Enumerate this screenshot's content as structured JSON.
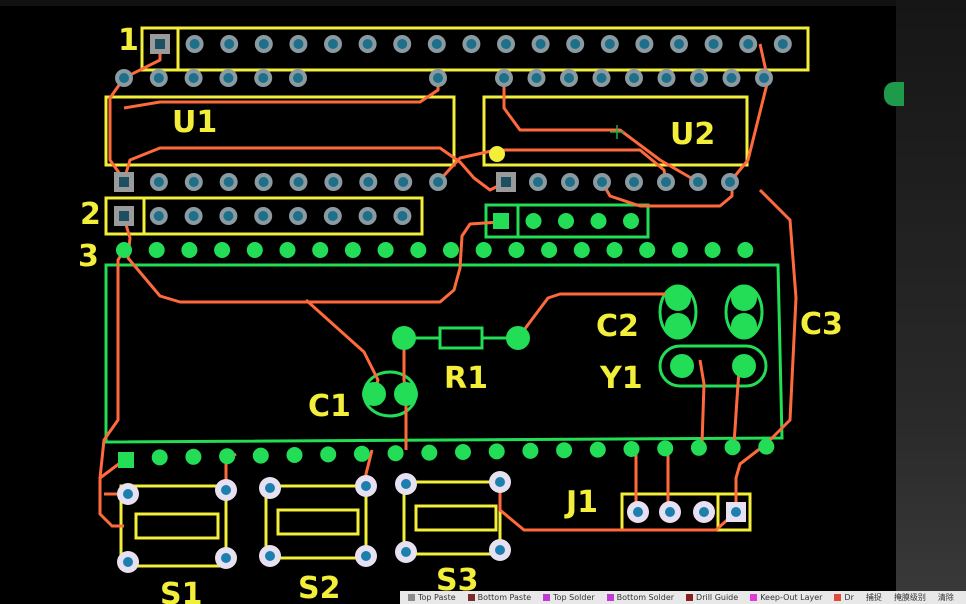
{
  "labels": {
    "h1": "1",
    "h2": "2",
    "h3": "3",
    "u1": "U1",
    "u2": "U2",
    "c1": "C1",
    "c2": "C2",
    "c3": "C3",
    "r1": "R1",
    "y1": "Y1",
    "j1": "J1",
    "s1": "S1",
    "s2": "S2",
    "s3": "S3"
  },
  "layer_bar": {
    "items": [
      {
        "label": "Top Paste",
        "color": "#8b8b8b"
      },
      {
        "label": "Bottom Paste",
        "color": "#7a2a2a"
      },
      {
        "label": "Top Solder",
        "color": "#c23ad6"
      },
      {
        "label": "Bottom Solder",
        "color": "#c23ad6"
      },
      {
        "label": "Drill Guide",
        "color": "#8a1f1f"
      },
      {
        "label": "Keep-Out Layer",
        "color": "#e23ad6"
      },
      {
        "label": "Dr",
        "color": "#e24a3a"
      }
    ],
    "status": [
      "捕捉",
      "掩膜级别",
      "清除"
    ]
  },
  "colors": {
    "background": "#000000",
    "silkscreen": "#f2ee3a",
    "trace": "#ff6a3d",
    "pad_green": "#22dd55",
    "pad_blue": "#5fa8b8"
  }
}
